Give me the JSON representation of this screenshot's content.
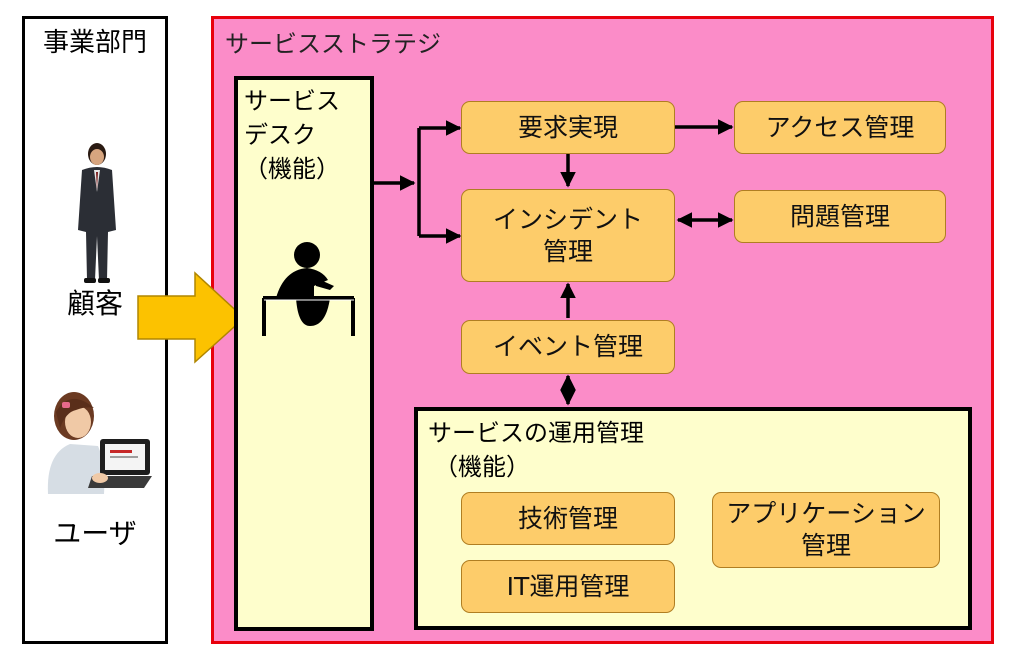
{
  "dept": {
    "title": "事業部門",
    "customer": "顧客",
    "user": "ユーザ"
  },
  "strategy": {
    "title": "サービスストラテジ"
  },
  "service_desk": {
    "line1": "サービス",
    "line2": "デスク",
    "line3": "（機能）"
  },
  "processes": {
    "request": "要求実現",
    "access": "アクセス管理",
    "incident_1": "インシデント",
    "incident_2": "管理",
    "problem": "問題管理",
    "event": "イベント管理"
  },
  "operations": {
    "line1": "サービスの運用管理",
    "line2": "（機能）",
    "technical": "技術管理",
    "app_1": "アプリケーション",
    "app_2": "管理",
    "it_ops": "IT運用管理"
  },
  "colors": {
    "strategy_bg": "#fb8cc8",
    "strategy_border": "#e8000c",
    "function_bg": "#fefecc",
    "process_bg": "#fdcc6a",
    "flow_arrow": "#fcc200"
  },
  "icons": [
    "businessman-icon",
    "user-at-laptop-icon",
    "service-desk-agent-icon",
    "flow-arrow-icon"
  ]
}
